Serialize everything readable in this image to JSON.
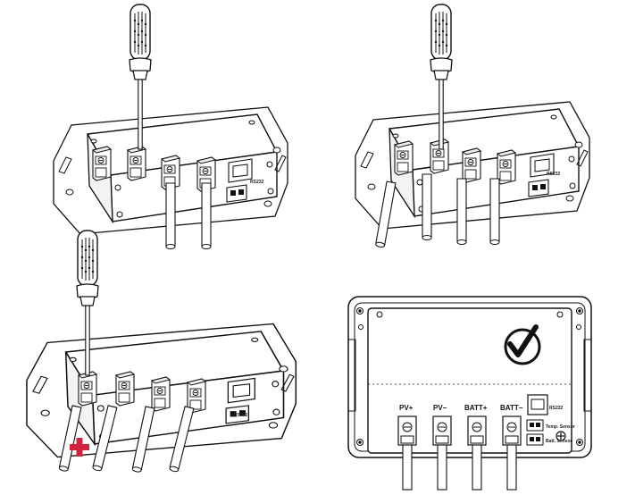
{
  "steps": [
    {
      "id": "step-1",
      "description_visible": false
    },
    {
      "id": "step-2",
      "description_visible": false
    },
    {
      "id": "step-3",
      "description_visible": false
    },
    {
      "id": "step-4",
      "description_visible": false
    }
  ],
  "terminals": {
    "pv_plus": "PV+",
    "pv_minus": "PV−",
    "batt_plus": "BATT+",
    "batt_minus": "BATT−",
    "rs232": "RS232",
    "temp_sensor": "Temp. Sensor",
    "batt_sensor": "Batt. Sensor"
  },
  "colors": {
    "stroke": "#111111",
    "warning_plus": "#d2233c",
    "fill_light": "#ffffff",
    "fill_shadow": "#d9d9d9"
  },
  "icons": [
    "screwdriver-icon",
    "checkmark-icon",
    "plus-warning-icon",
    "ground-symbol-icon"
  ]
}
